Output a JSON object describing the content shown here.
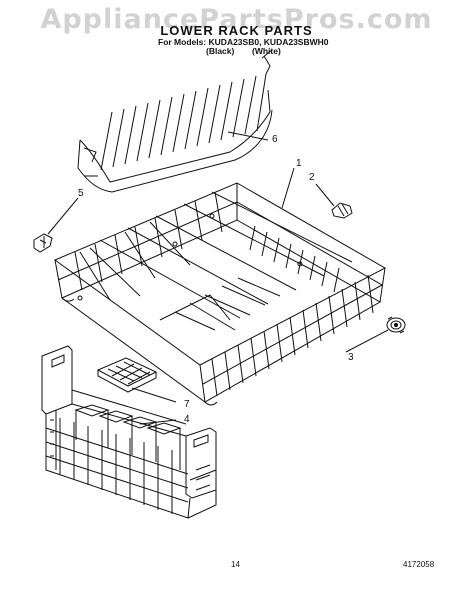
{
  "watermark": "AppliancePartsPros.com",
  "title": "LOWER RACK PARTS",
  "models_line": "For Models: KUDA23SB0, KUDA23SBWH0",
  "color_black": "(Black)",
  "color_white": "(White)",
  "callouts": {
    "c1": "1",
    "c2": "2",
    "c3": "3",
    "c4": "4",
    "c5": "5",
    "c6": "6",
    "c7": "7"
  },
  "footer": {
    "page_number": "14",
    "document_number": "4172058"
  }
}
